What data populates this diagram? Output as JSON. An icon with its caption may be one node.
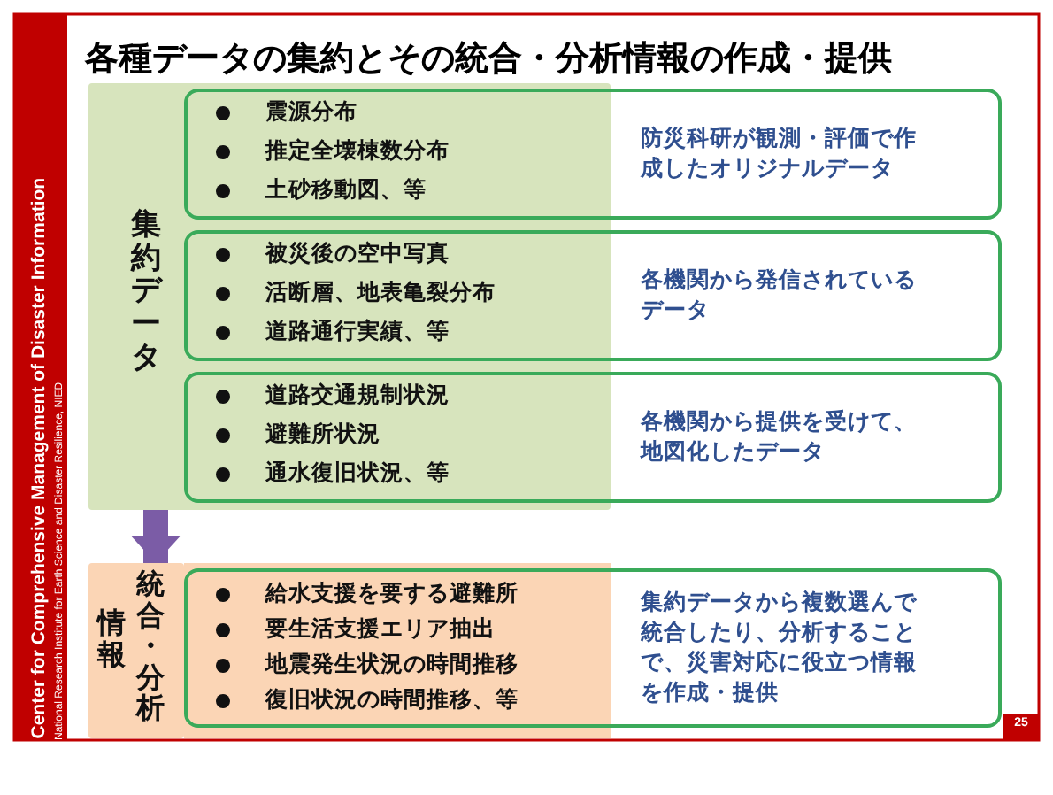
{
  "diagram": {
    "title": "各種データの集約とその統合・分析情報の作成・提供",
    "nodes": [
      {
        "text": [
          "集約データ"
        ]
      },
      {
        "text": [
          "震源分布",
          "推定全壊棟数分布",
          "土砂移動図、等",
          "防災科研が観測・評価で作成したオリジナルデータ"
        ]
      },
      {
        "text": [
          "被災後の空中写真",
          "活断層、地表亀裂分布",
          "道路通行実績、等",
          "各機関から発信されているデータ"
        ]
      },
      {
        "text": [
          "道路交通規制状況",
          "避難所状況",
          "通水復旧状況、等",
          "各機関から提供を受けて、地図化したデータ"
        ]
      },
      {
        "text": [
          "情報",
          "統合・分析"
        ]
      },
      {
        "text": [
          "給水支援を要する避難所",
          "要生活支援エリア抽出",
          "地震発生状況の時間推移",
          "復旧状況の時間推移、等",
          "集約データから複数選んで統合したり、分析することで、災害対応に役立つ情報を作成・提供"
        ]
      }
    ],
    "edges": [
      {
        "from": 0,
        "to": 4,
        "arrow": "to"
      }
    ],
    "labels": [
      "Center for Comprehensive Management of Disaster Information",
      "National Research Institute for Earth Science and Disaster Resilience, NIED",
      "25"
    ]
  }
}
